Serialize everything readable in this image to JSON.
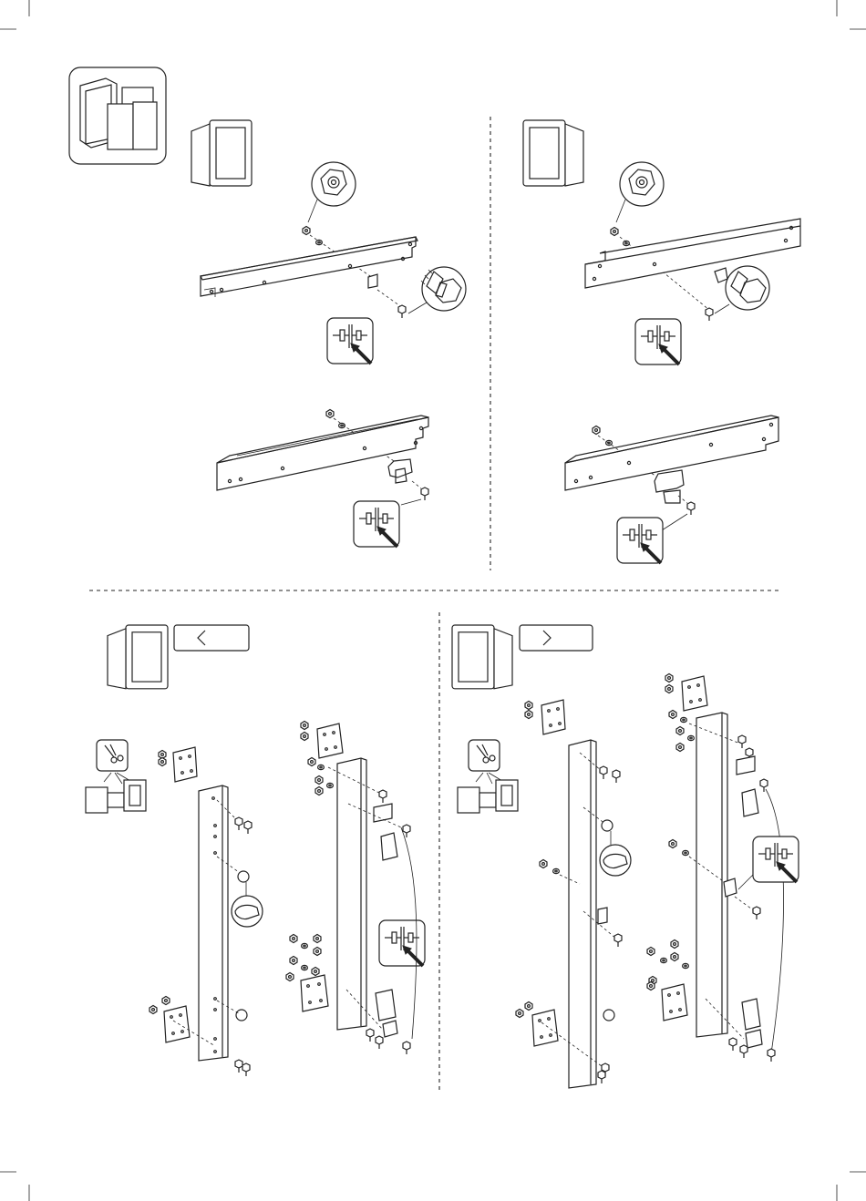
{
  "page": {
    "type": "assembly-instruction-sheet",
    "header_icon": "cabinet-corner-icon"
  },
  "panels": [
    {
      "id": "top-left",
      "door_hinge_side": "left",
      "parts": [
        "hex-nut",
        "washer",
        "hex-bolt",
        "rail-bracket",
        "torque-step-icon"
      ]
    },
    {
      "id": "top-right",
      "door_hinge_side": "right",
      "parts": [
        "hex-nut",
        "washer",
        "hex-bolt",
        "rail-bracket",
        "torque-step-icon"
      ]
    },
    {
      "id": "bottom-left",
      "door_hinge_side": "left",
      "direction_icon": "chevron-left-icon",
      "parts": [
        "hinge-plate",
        "hinge",
        "cutter-icon",
        "torque-step-icon"
      ]
    },
    {
      "id": "bottom-right",
      "door_hinge_side": "right",
      "direction_icon": "chevron-right-icon",
      "parts": [
        "hinge-plate",
        "hinge",
        "cutter-icon",
        "torque-step-icon"
      ]
    }
  ],
  "colors": {
    "line": "#222222",
    "background": "#ffffff"
  }
}
